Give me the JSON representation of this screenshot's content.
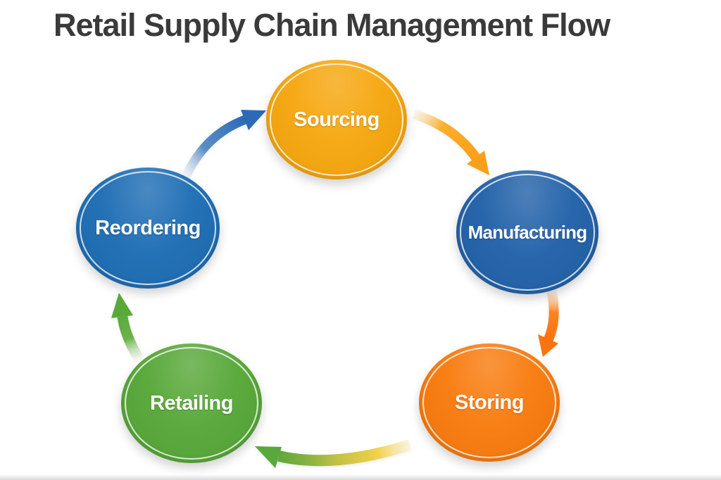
{
  "title": "Retail Supply Chain Management Flow",
  "colors": {
    "background": "#ffffff",
    "title_text": "#3a3a3a",
    "node_label_text": "#ffffff"
  },
  "diagram": {
    "type": "cycle",
    "direction": "clockwise",
    "nodes": [
      {
        "id": "sourcing",
        "label": "Sourcing",
        "color": "#F6A60D",
        "position": "top-center"
      },
      {
        "id": "manufacturing",
        "label": "Manufacturing",
        "color": "#2060A8",
        "position": "right"
      },
      {
        "id": "storing",
        "label": "Storing",
        "color": "#F87A0C",
        "position": "bottom-right"
      },
      {
        "id": "retailing",
        "label": "Retailing",
        "color": "#56A737",
        "position": "bottom-left"
      },
      {
        "id": "reordering",
        "label": "Reordering",
        "color": "#1C6CB4",
        "position": "left"
      }
    ],
    "arrows": [
      {
        "from": "reordering",
        "to": "sourcing",
        "color": "#2B6AB6"
      },
      {
        "from": "sourcing",
        "to": "manufacturing",
        "color": "#F9A01B"
      },
      {
        "from": "manufacturing",
        "to": "storing",
        "color": "#F8740E"
      },
      {
        "from": "storing",
        "to": "retailing",
        "color_start": "#F2D04A",
        "color_end": "#58A93A"
      },
      {
        "from": "retailing",
        "to": "reordering",
        "color": "#58A93A"
      }
    ]
  }
}
